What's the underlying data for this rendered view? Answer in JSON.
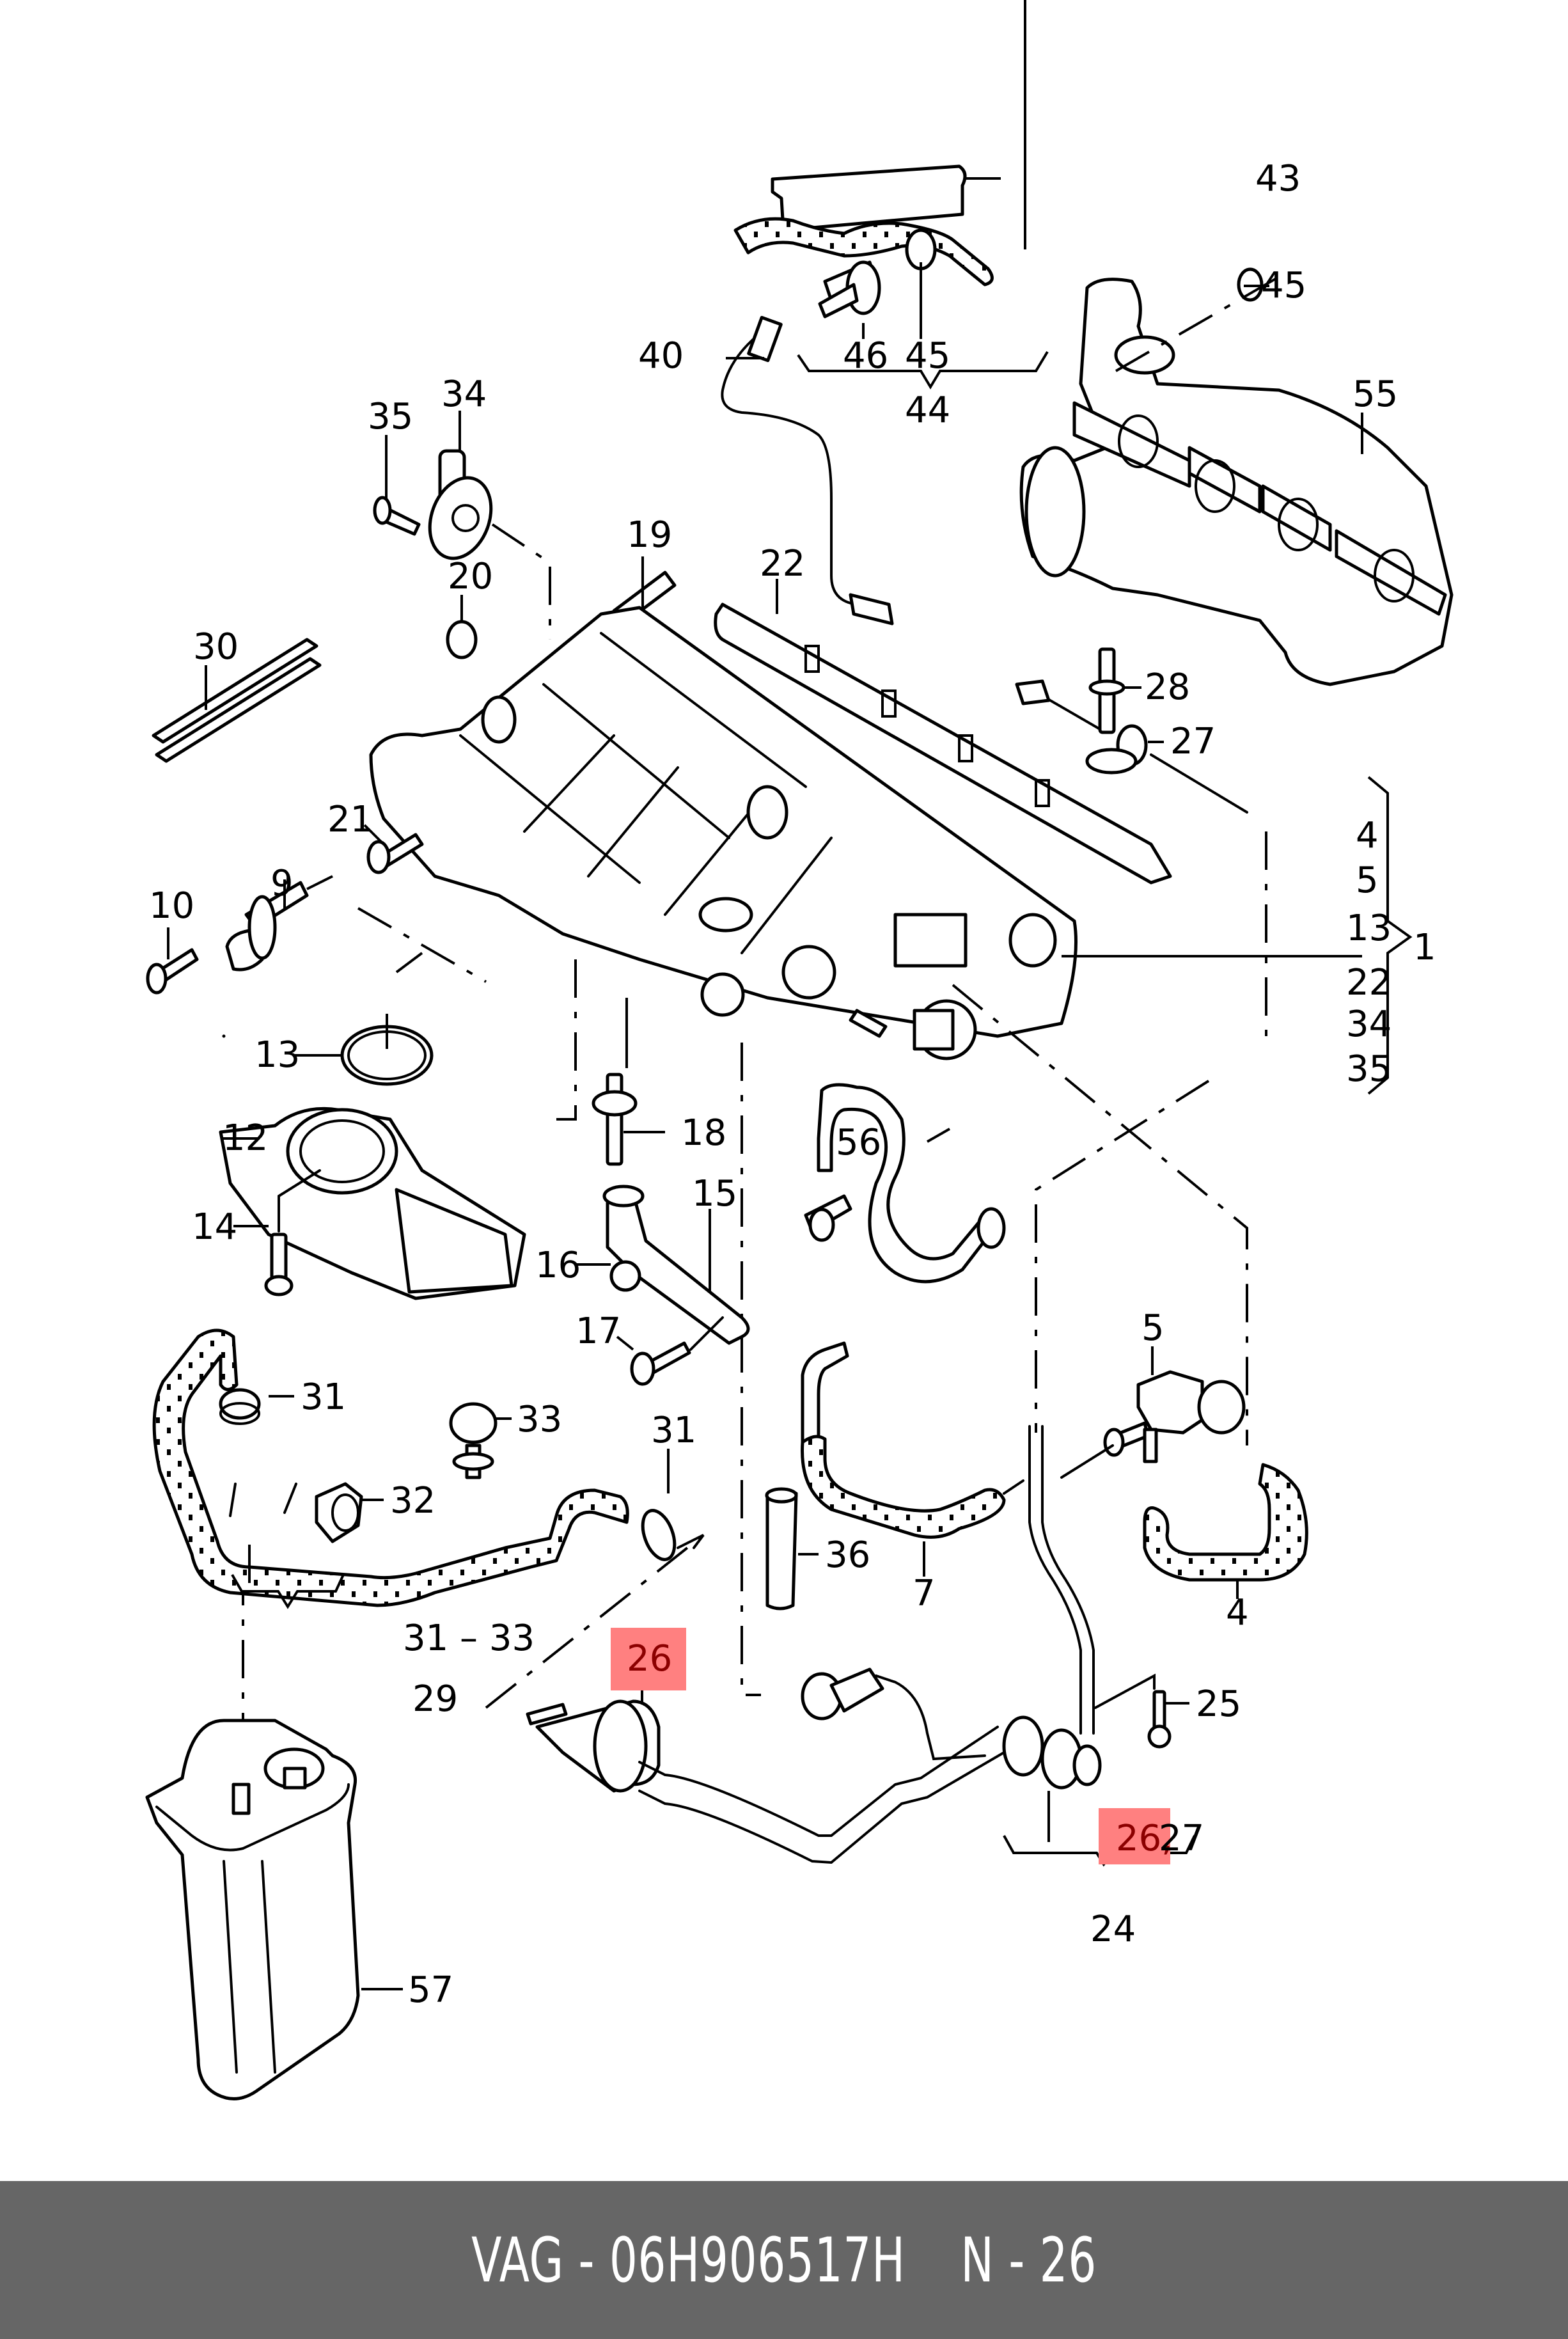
{
  "diagram": {
    "title": "Intake manifold / vacuum system exploded parts diagram",
    "highlight_color": "#ff8080",
    "highlight_text_color": "#8b0000",
    "callouts": {
      "c43": "43",
      "c45a": "45",
      "c45b": "45",
      "c46": "46",
      "c40": "40",
      "c44": "44",
      "c55": "55",
      "c35": "35",
      "c34": "34",
      "c19": "19",
      "c20": "20",
      "c22": "22",
      "c30": "30",
      "c28": "28",
      "c27": "27",
      "c21": "21",
      "c9": "9",
      "c10": "10",
      "c13": "13",
      "c12": "12",
      "c14": "14",
      "c18": "18",
      "c15": "15",
      "c16": "16",
      "c17": "17",
      "c56": "56",
      "c5": "5",
      "c31a": "31",
      "c31b": "31",
      "c33": "33",
      "c32": "32",
      "c36": "36",
      "c7": "7",
      "c4": "4",
      "c3133": "31 – 33",
      "c29": "29",
      "c26": "26",
      "c25": "25",
      "c2627_hl": "26,",
      "c2627_rest": "27",
      "c24": "24",
      "c57": "57"
    },
    "bracket_group_1": {
      "label": "1",
      "items": [
        "4",
        "5",
        "13",
        "22",
        "34",
        "35"
      ]
    },
    "highlighted_parts": [
      "26",
      "26,27"
    ]
  },
  "footer": {
    "brand": "VAG",
    "part_number": "06H906517H",
    "position_label": "N - 26",
    "text_left": "VAG - 06H906517H",
    "text_right": "N - 26"
  }
}
